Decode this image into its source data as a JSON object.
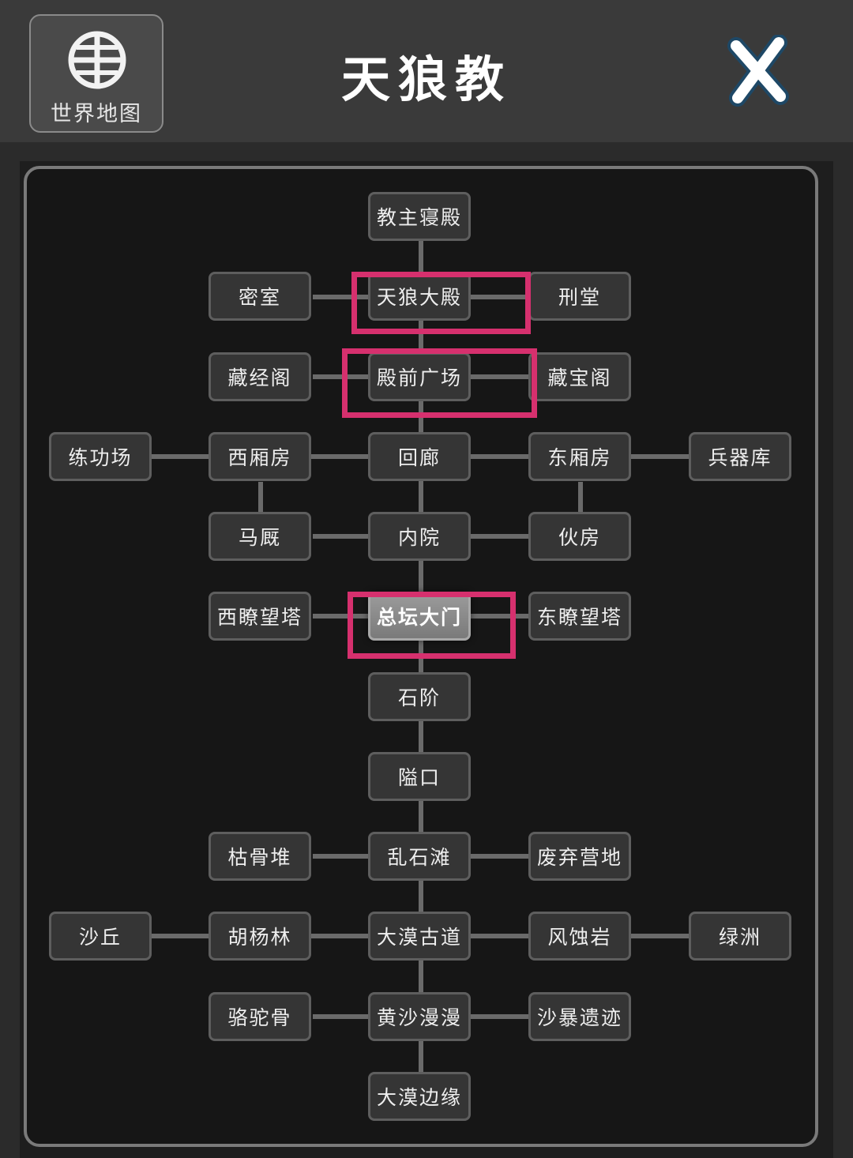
{
  "header": {
    "title": "天狼教",
    "world_map_label": "世界地图",
    "world_map_icon": "globe-icon",
    "close_icon": "close-icon"
  },
  "map": {
    "nodes": [
      {
        "id": "jiaozhu-qindian",
        "label": "教主寝殿"
      },
      {
        "id": "mishi",
        "label": "密室"
      },
      {
        "id": "tianlang-dadian",
        "label": "天狼大殿"
      },
      {
        "id": "xingtang",
        "label": "刑堂"
      },
      {
        "id": "cangjingge",
        "label": "藏经阁"
      },
      {
        "id": "dianqian-guangchang",
        "label": "殿前广场"
      },
      {
        "id": "cangbaoge",
        "label": "藏宝阁"
      },
      {
        "id": "liangongchang",
        "label": "练功场"
      },
      {
        "id": "xixiangfang",
        "label": "西厢房"
      },
      {
        "id": "huilang",
        "label": "回廊"
      },
      {
        "id": "dongxiangfang",
        "label": "东厢房"
      },
      {
        "id": "bingqiku",
        "label": "兵器库"
      },
      {
        "id": "majiu",
        "label": "马厩"
      },
      {
        "id": "neiyuan",
        "label": "内院"
      },
      {
        "id": "huofang",
        "label": "伙房"
      },
      {
        "id": "xi-liaowangta",
        "label": "西瞭望塔"
      },
      {
        "id": "zongtan-damen",
        "label": "总坛大门",
        "current": true
      },
      {
        "id": "dong-liaowangta",
        "label": "东瞭望塔"
      },
      {
        "id": "shijie",
        "label": "石阶"
      },
      {
        "id": "aikou",
        "label": "隘口"
      },
      {
        "id": "kugudui",
        "label": "枯骨堆"
      },
      {
        "id": "luanshitan",
        "label": "乱石滩"
      },
      {
        "id": "feiqi-yingdi",
        "label": "废弃营地"
      },
      {
        "id": "shaqiu",
        "label": "沙丘"
      },
      {
        "id": "huyanglin",
        "label": "胡杨林"
      },
      {
        "id": "damo-gudao",
        "label": "大漠古道"
      },
      {
        "id": "fengshiyan",
        "label": "风蚀岩"
      },
      {
        "id": "lvzhou",
        "label": "绿洲"
      },
      {
        "id": "luotuogu",
        "label": "骆驼骨"
      },
      {
        "id": "huangsha-manman",
        "label": "黄沙漫漫"
      },
      {
        "id": "shabao-yiji",
        "label": "沙暴遗迹"
      },
      {
        "id": "damo-bianyuan",
        "label": "大漠边缘"
      }
    ]
  },
  "colors": {
    "highlight": "#d6306e",
    "node_bg": "#353535",
    "current_bg": "#8a8a8a"
  }
}
